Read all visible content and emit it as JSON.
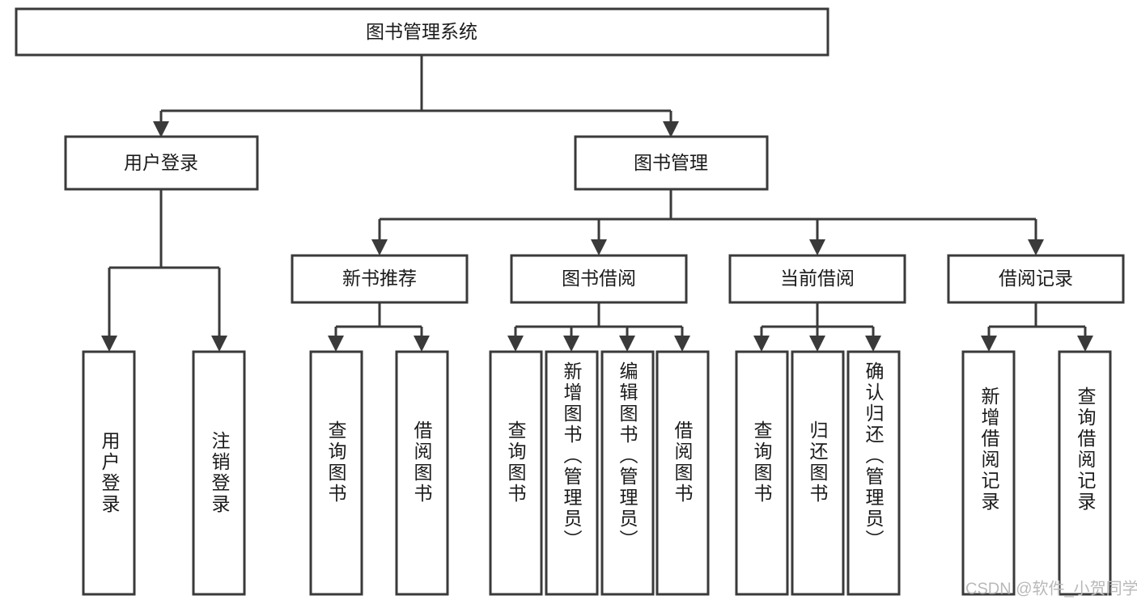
{
  "diagram": {
    "title": "图书管理系统",
    "type": "hierarchy-tree",
    "orientation": "top-down",
    "root": {
      "id": "root",
      "label": "图书管理系统",
      "orientation": "horizontal"
    },
    "level2": [
      {
        "id": "user-login",
        "label": "用户登录",
        "orientation": "horizontal"
      },
      {
        "id": "book-manage",
        "label": "图书管理",
        "orientation": "horizontal"
      }
    ],
    "level3": [
      {
        "id": "new-book-rec",
        "label": "新书推荐",
        "orientation": "horizontal",
        "parent": "book-manage"
      },
      {
        "id": "book-borrow",
        "label": "图书借阅",
        "orientation": "horizontal",
        "parent": "book-manage"
      },
      {
        "id": "current-borrow",
        "label": "当前借阅",
        "orientation": "horizontal",
        "parent": "book-manage"
      },
      {
        "id": "borrow-record",
        "label": "借阅记录",
        "orientation": "horizontal",
        "parent": "book-manage"
      }
    ],
    "leaves": [
      {
        "id": "leaf-user-login",
        "label": "用户登录",
        "parent": "user-login",
        "orientation": "vertical",
        "align": "middle"
      },
      {
        "id": "leaf-user-logout",
        "label": "注销登录",
        "parent": "user-login",
        "orientation": "vertical",
        "align": "middle"
      },
      {
        "id": "leaf-rec-query-book",
        "label": "查询图书",
        "parent": "new-book-rec",
        "orientation": "vertical",
        "align": "middle"
      },
      {
        "id": "leaf-rec-borrow-book",
        "label": "借阅图书",
        "parent": "new-book-rec",
        "orientation": "vertical",
        "align": "middle"
      },
      {
        "id": "leaf-bb-query-book",
        "label": "查询图书",
        "parent": "book-borrow",
        "orientation": "vertical",
        "align": "middle"
      },
      {
        "id": "leaf-bb-add-book",
        "label": "新增图书（管理员）",
        "parent": "book-borrow",
        "orientation": "vertical",
        "align": "top"
      },
      {
        "id": "leaf-bb-edit-book",
        "label": "编辑图书（管理员）",
        "parent": "book-borrow",
        "orientation": "vertical",
        "align": "top"
      },
      {
        "id": "leaf-bb-borrow-book",
        "label": "借阅图书",
        "parent": "book-borrow",
        "orientation": "vertical",
        "align": "middle"
      },
      {
        "id": "leaf-cb-query-book",
        "label": "查询图书",
        "parent": "current-borrow",
        "orientation": "vertical",
        "align": "middle"
      },
      {
        "id": "leaf-cb-return-book",
        "label": "归还图书",
        "parent": "current-borrow",
        "orientation": "vertical",
        "align": "middle"
      },
      {
        "id": "leaf-cb-confirm-return",
        "label": "确认归还（管理员）",
        "parent": "current-borrow",
        "orientation": "vertical",
        "align": "top"
      },
      {
        "id": "leaf-br-add-record",
        "label": "新增借阅记录",
        "parent": "borrow-record",
        "orientation": "vertical",
        "align": "middle"
      },
      {
        "id": "leaf-br-query-record",
        "label": "查询借阅记录",
        "parent": "borrow-record",
        "orientation": "vertical",
        "align": "middle"
      }
    ],
    "colors": {
      "stroke": "#3a3a3a",
      "fill": "#ffffff",
      "text": "#1b1b1b",
      "watermark": "#b9b9b9",
      "background": "#ffffff"
    }
  },
  "watermark": {
    "text": "CSDN @软件_小贺同学"
  }
}
